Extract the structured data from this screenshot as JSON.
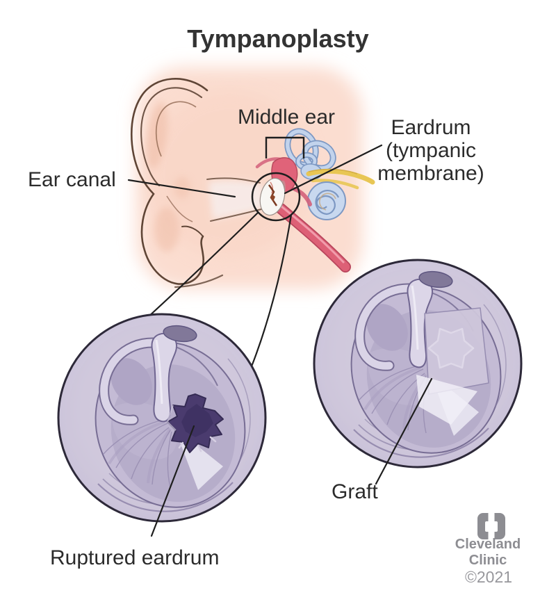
{
  "title": "Tympanoplasty",
  "labels": {
    "middle_ear": "Middle ear",
    "eardrum_lines": [
      "Eardrum",
      "(tympanic",
      "membrane)"
    ],
    "ear_canal": "Ear canal",
    "ruptured_eardrum": "Ruptured eardrum",
    "graft": "Graft"
  },
  "footer": {
    "logo_icon": "cleveland-clinic-mark",
    "brand_lines": [
      "Cleveland",
      "Clinic"
    ],
    "copyright": "©2021"
  },
  "colors": {
    "label_text": "#2b2b2b",
    "skin": "#fbddd0",
    "skin_outline": "#5f4536",
    "eardrum_membrane": "#c4bbd5",
    "membrane_rim": "#d4cde0",
    "rupture_hole": "#4a3b6e",
    "graft_patch": "#cec6db",
    "inner_ear_blue": "#c2d3ec",
    "eustachian_red": "#dd6076",
    "nerve_yellow": "#e8c654",
    "leader_line": "#1e1e1e",
    "logo_gray": "#8d8d92"
  }
}
